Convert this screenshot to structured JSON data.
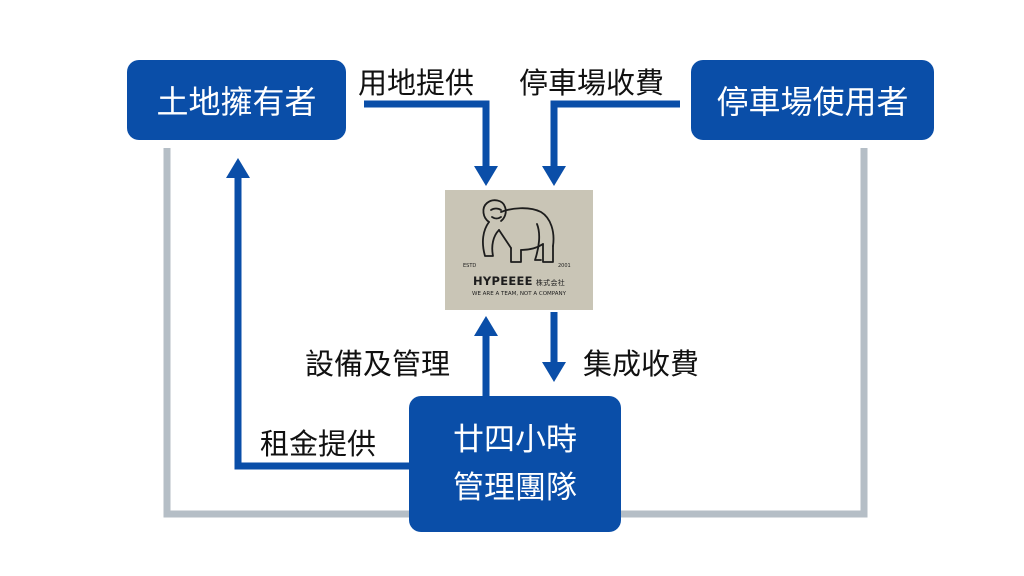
{
  "nodes": {
    "landowner": "土地擁有者",
    "parking_user": "停車場使用者",
    "team_line1": "廿四小時",
    "team_line2": "管理團隊"
  },
  "labels": {
    "land_provide": "用地提供",
    "parking_fee": "停車場收費",
    "setup_manage": "設備及管理",
    "collect_fee": "集成收費",
    "rent_provide": "租金提供"
  },
  "logo": {
    "name": "HYPEEEE",
    "company_suffix": "株式会社",
    "tagline": "WE ARE A TEAM, NOT A COMPANY",
    "estd": "ESTD",
    "year": "2001"
  },
  "colors": {
    "node_fill": "#0a4ea8",
    "arrow_blue": "#0a4ea8",
    "connector_gray": "#b5bec6",
    "logo_background": "#c9c5b6"
  }
}
